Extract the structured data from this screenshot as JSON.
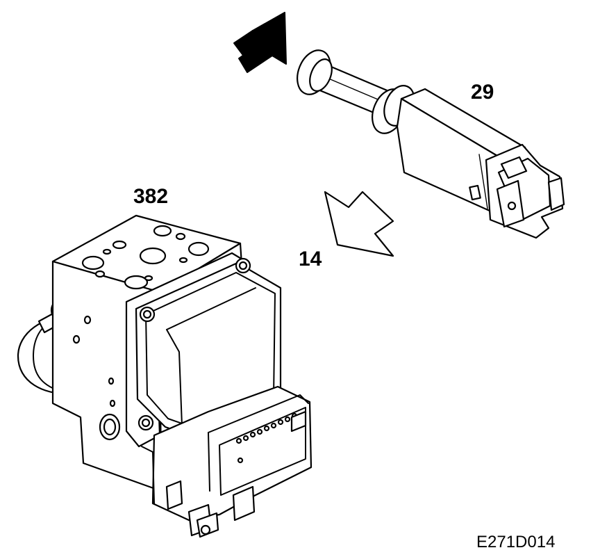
{
  "labels": {
    "switch_part": "29",
    "abs_unit_part": "382",
    "arrow_ref": "14"
  },
  "figure_code": "E271D014",
  "colors": {
    "ink": "#000000",
    "paper": "#ffffff"
  },
  "icons": {
    "filled_arrow": "filled-arrow-icon",
    "outline_arrow": "outline-arrow-icon"
  }
}
